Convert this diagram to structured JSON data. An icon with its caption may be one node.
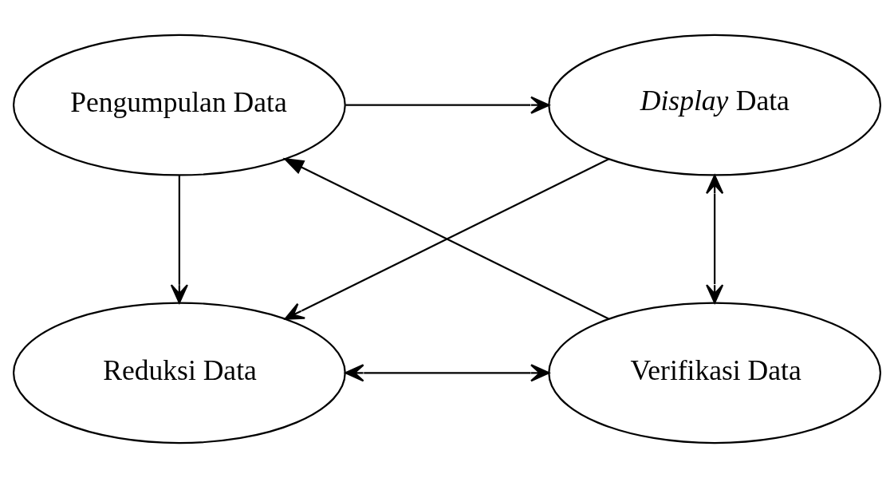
{
  "diagram": {
    "nodes": [
      {
        "text": [
          "Pengumpulan Data"
        ]
      },
      {
        "text": [
          "*Display* Data"
        ]
      },
      {
        "text": [
          "Reduksi Data"
        ]
      },
      {
        "text": [
          "Verifikasi Data"
        ]
      }
    ],
    "edges": [
      {
        "from": 0,
        "to": 1,
        "arrow": "to"
      },
      {
        "from": 0,
        "to": 2,
        "arrow": "to"
      },
      {
        "from": 1,
        "to": 2,
        "arrow": "to"
      },
      {
        "from": 1,
        "to": 3,
        "arrow": "both"
      },
      {
        "from": 2,
        "to": 3,
        "arrow": "both"
      },
      {
        "from": 3,
        "to": 0,
        "arrow": "to"
      }
    ]
  }
}
